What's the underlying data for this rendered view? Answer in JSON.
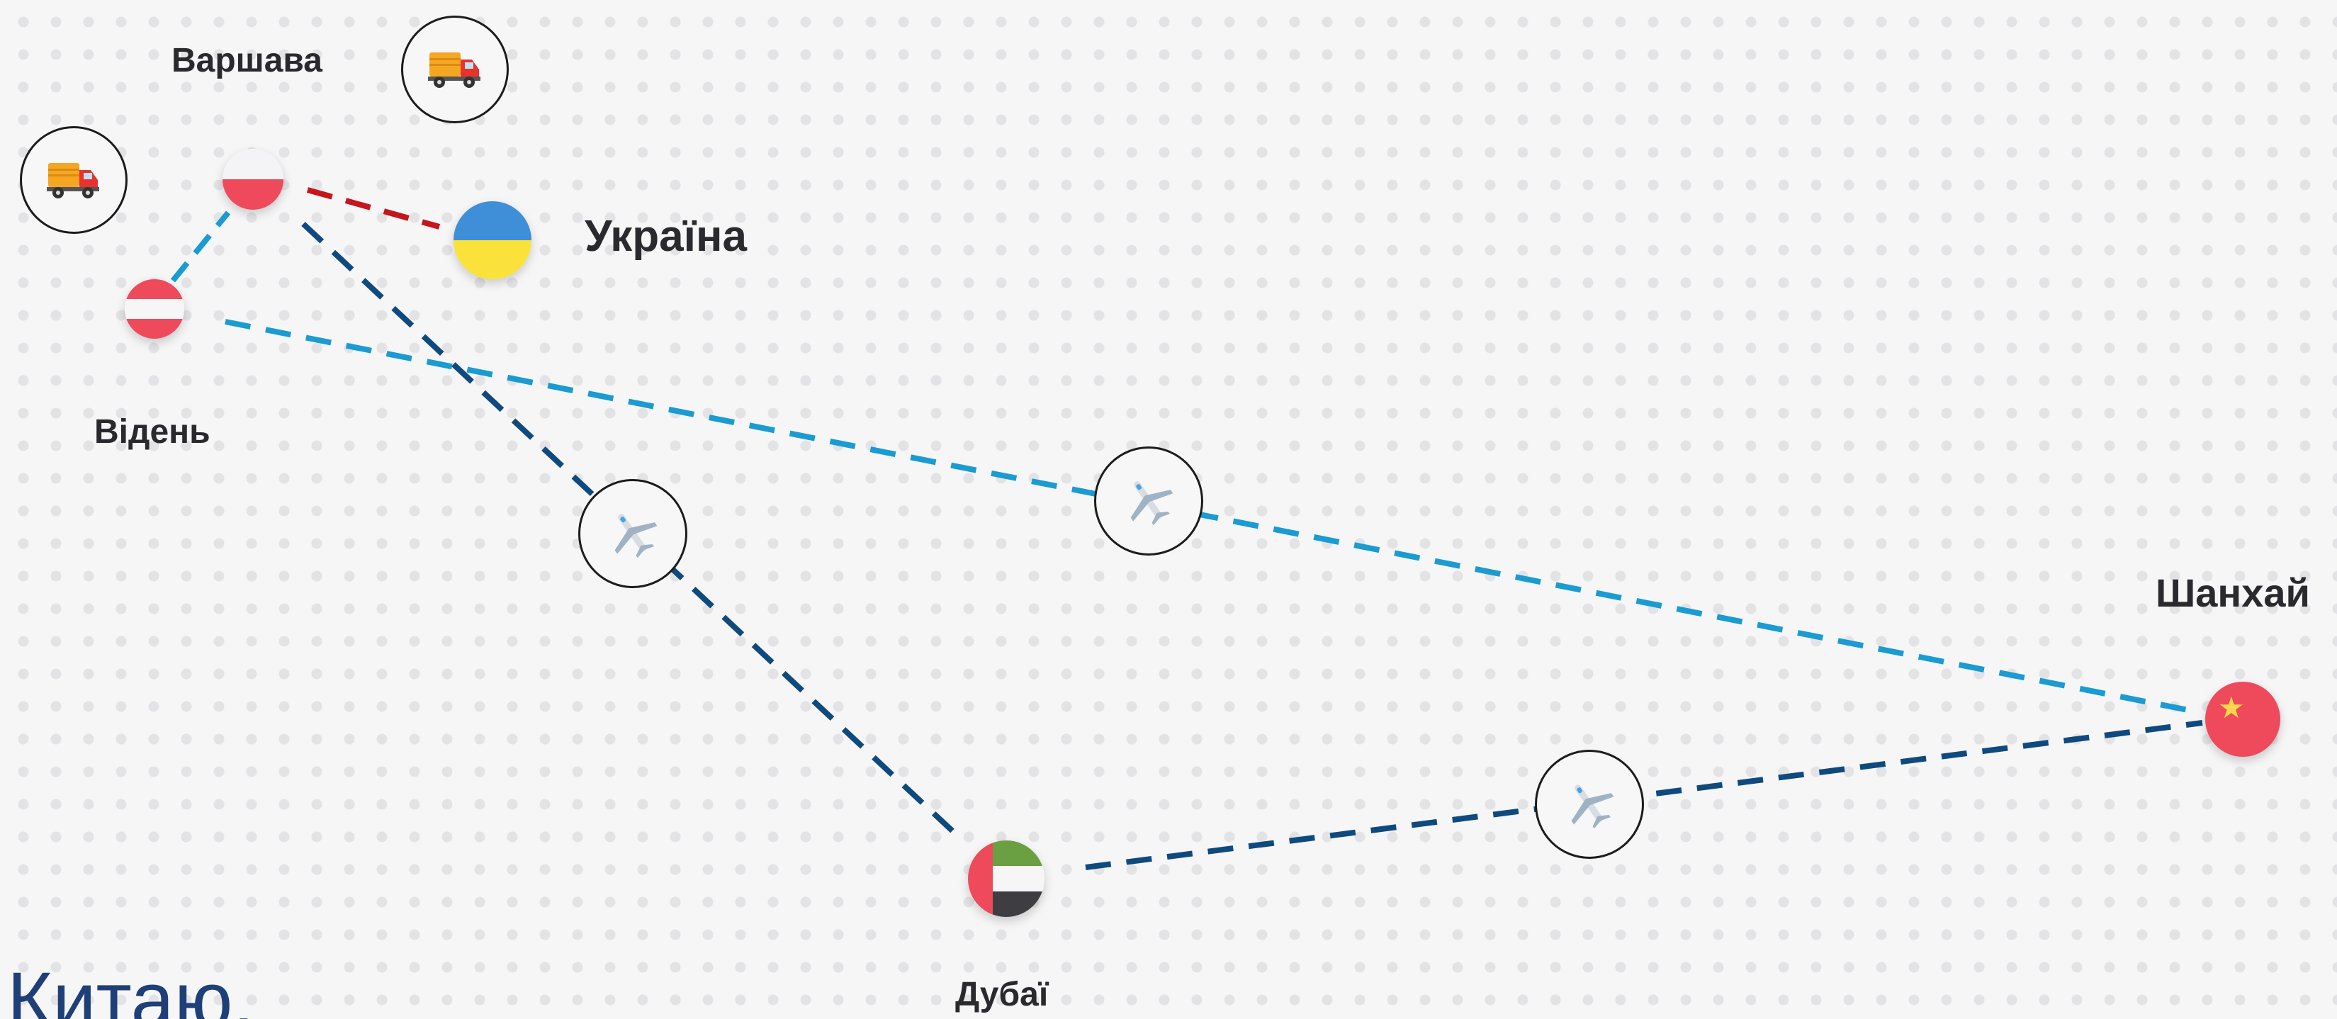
{
  "cities": {
    "warsaw": "Варшава",
    "vienna": "Відень",
    "ukraine": "Україна",
    "shanghai": "Шанхай",
    "dubai": "Дубаї"
  },
  "caption": "Китаю.",
  "transport_icons": [
    "truck-icon",
    "truck-icon",
    "airplane-icon",
    "airplane-icon",
    "airplane-icon"
  ],
  "flags": [
    "poland-flag",
    "austria-flag",
    "ukraine-flag",
    "china-flag",
    "uae-flag"
  ],
  "colors": {
    "route_red": "#c4161c",
    "route_light_blue": "#1a9bd1",
    "route_dark_blue": "#0f4a7e",
    "caption": "#1f3f78"
  }
}
